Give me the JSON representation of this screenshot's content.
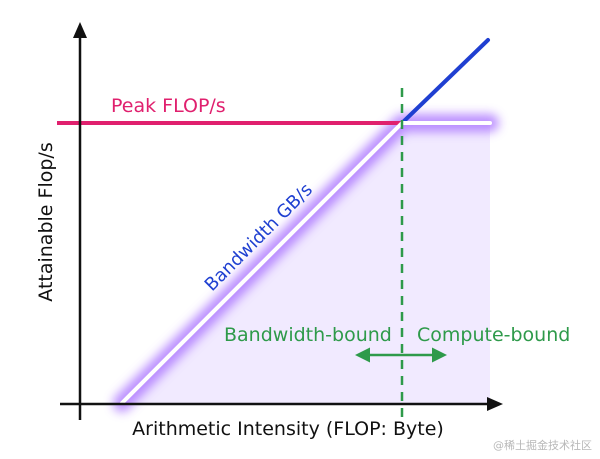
{
  "diagram": {
    "y_axis_label": "Attainable Flop/s",
    "x_axis_label": "Arithmetic Intensity (FLOP: Byte)",
    "peak_label": "Peak FLOP/s",
    "bandwidth_label": "Bandwidth GB/s",
    "left_region_label": "Bandwidth-bound",
    "right_region_label": "Compute-bound",
    "colors": {
      "peak": "#e0206e",
      "bandwidth": "#1f3fd1",
      "region": "#2e9a4a",
      "glow": "#a56bff",
      "fill": "#f1eaff",
      "axis": "#111111"
    }
  },
  "watermark": "@稀土掘金技术社区"
}
